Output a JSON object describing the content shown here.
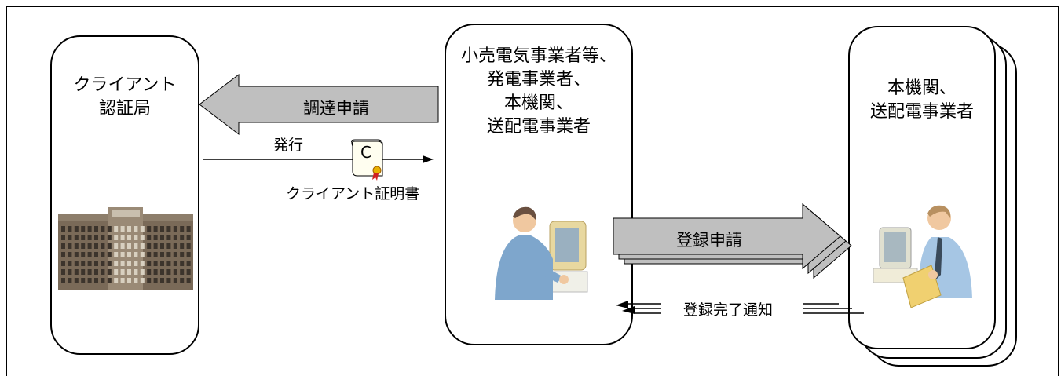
{
  "entities": {
    "client_ca": {
      "lines": [
        "クライアント",
        "認証局"
      ]
    },
    "retailers": {
      "lines": [
        "小売電気事業者等、",
        "発電事業者、",
        "本機関、",
        "送配電事業者"
      ]
    },
    "occto": {
      "lines": [
        "本機関、",
        "送配電事業者"
      ]
    }
  },
  "arrows": {
    "procurement_request": "調達申請",
    "issue": "発行",
    "certificate_label": "クライアント証明書",
    "certificate_letter": "C",
    "registration_request": "登録申請",
    "registration_complete": "登録完了通知"
  },
  "colors": {
    "arrow_fill": "#bfbfbf",
    "border": "#000000"
  },
  "icons": {
    "building": "office-building-icon",
    "person_left": "office-worker-at-computer-icon",
    "person_right": "office-worker-with-documents-icon",
    "certificate": "certificate-scroll-icon"
  }
}
